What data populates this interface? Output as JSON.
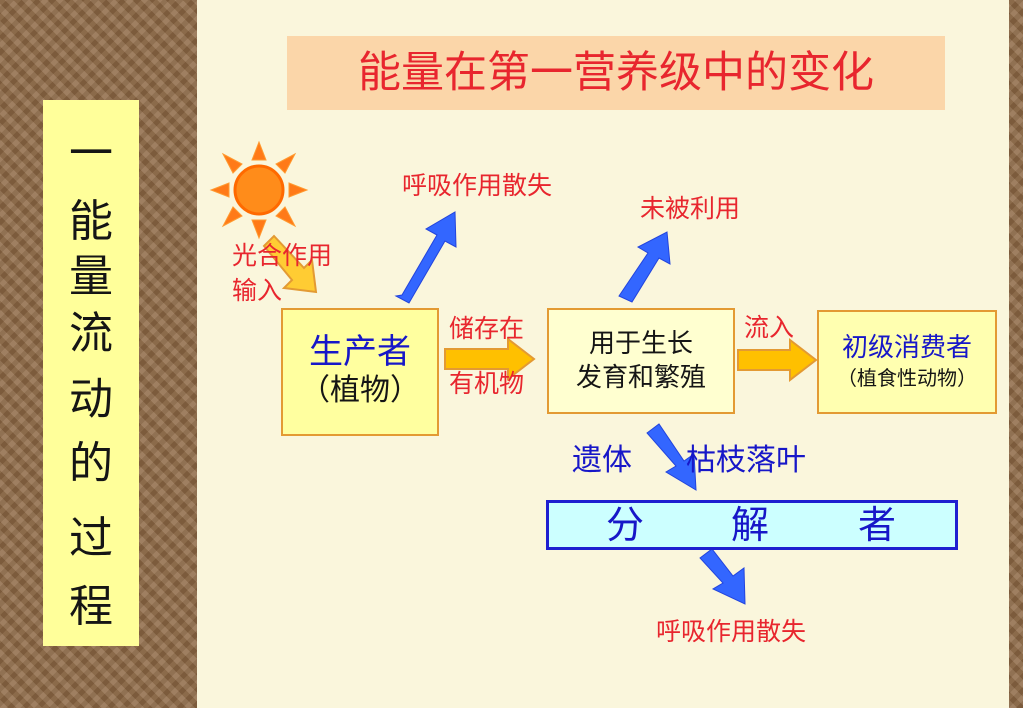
{
  "side_title": [
    "一",
    "能",
    "量",
    "流",
    "动",
    "的",
    "过",
    "程"
  ],
  "main_title": "能量在第一营养级中的变化",
  "labels": {
    "photosynthesis_input_line1": "光合作用",
    "photosynthesis_input_line2": "输入",
    "respiration_loss_top": "呼吸作用散失",
    "unused": "未被利用",
    "stored_in_line1": "储存在",
    "stored_in_line2": "有机物",
    "flow_in": "流入",
    "remains": "遗体",
    "fallen_branches_leaves": "枯枝落叶",
    "respiration_loss_bottom": "呼吸作用散失"
  },
  "producer": {
    "line1": "生产者",
    "line2": "（植物）"
  },
  "growth": {
    "line1": "用于生长",
    "line2": "发育和繁殖"
  },
  "consumer": {
    "line1": "初级消费者",
    "line2": "（植食性动物）"
  },
  "decomposer": [
    "分",
    "解",
    "者"
  ],
  "colors": {
    "red_text": "#e8262e",
    "blue_text": "#1717c8",
    "arrow_blue": "#3366ff",
    "arrow_yellow": "#ffc000",
    "title_bg": "#fbd6a9"
  },
  "icons": [
    "sun-icon"
  ]
}
